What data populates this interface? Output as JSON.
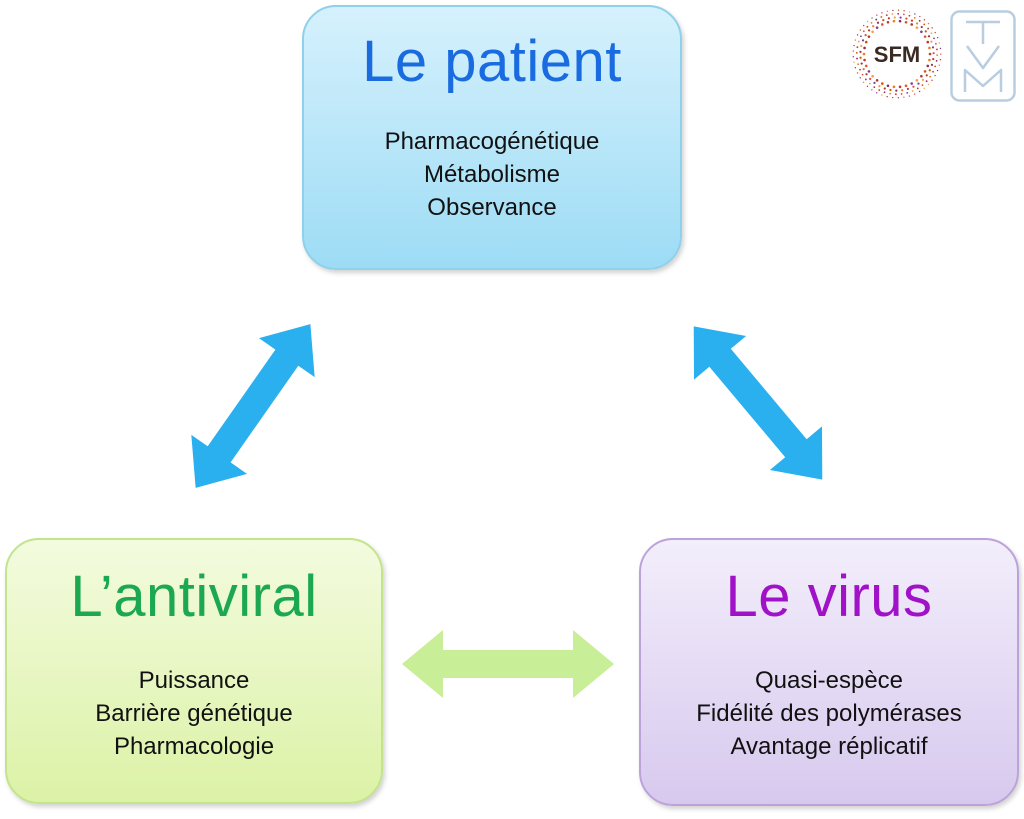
{
  "nodes": {
    "patient": {
      "title": "Le patient",
      "items": [
        "Pharmacogénétique",
        "Métabolisme",
        "Observance"
      ]
    },
    "antiviral": {
      "title": "L’antiviral",
      "items": [
        "Puissance",
        "Barrière génétique",
        "Pharmacologie"
      ]
    },
    "virus": {
      "title": "Le virus",
      "items": [
        "Quasi-espèce",
        "Fidélité des polymérases",
        "Avantage réplicatif"
      ]
    }
  },
  "edges": [
    {
      "from": "antiviral",
      "to": "patient",
      "type": "bidirectional"
    },
    {
      "from": "patient",
      "to": "virus",
      "type": "bidirectional"
    },
    {
      "from": "antiviral",
      "to": "virus",
      "type": "bidirectional"
    }
  ],
  "colors": {
    "patient_title": "#1a6be0",
    "antiviral_title": "#1ca850",
    "virus_title": "#a012c8",
    "patient_fill": "#a8e0f7",
    "antiviral_fill": "#dcf2a6",
    "virus_fill": "#d7c9ee"
  },
  "logos": {
    "left": {
      "text": "SFM",
      "icon": "sfm-logo-icon"
    },
    "right": {
      "text": "TVM",
      "icon": "tvm-logo-icon"
    }
  }
}
